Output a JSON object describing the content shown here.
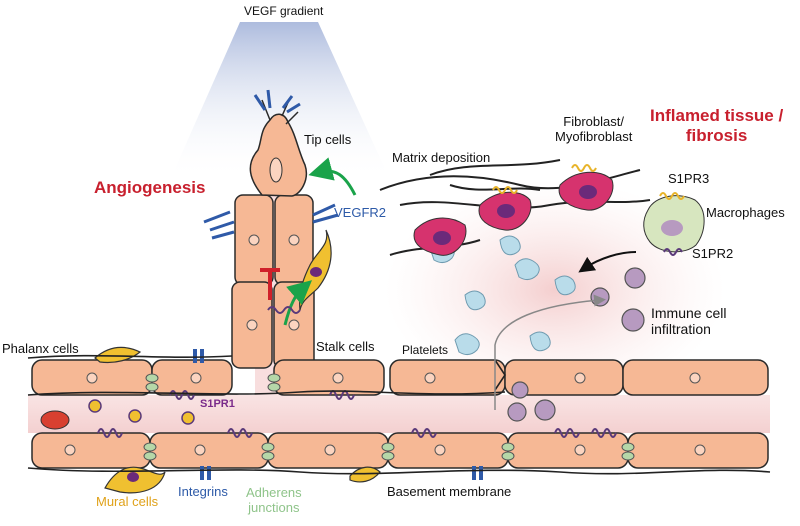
{
  "labels": {
    "vegf_gradient": "VEGF gradient",
    "tip_cells": "Tip cells",
    "angiogenesis": "Angiogenesis",
    "vegfr2": "VEGFR2",
    "stalk_cells": "Stalk cells",
    "phalanx_cells": "Phalanx cells",
    "s1pr1": "S1PR1",
    "mural_cells": "Mural cells",
    "integrins": "Integrins",
    "adherens_line1": "Adherens",
    "adherens_line2": "junctions",
    "basement_membrane": "Basement membrane",
    "platelets": "Platelets",
    "matrix_deposition": "Matrix deposition",
    "fibroblast_line1": "Fibroblast/",
    "fibroblast_line2": "Myofibroblast",
    "inflamed_line1": "Inflamed tissue /",
    "inflamed_line2": "fibrosis",
    "s1pr3": "S1PR3",
    "macrophages": "Macrophages",
    "s1pr2": "S1PR2",
    "immune_line1": "Immune cell",
    "immune_line2": "infiltration"
  },
  "colors": {
    "endothelial": "#f6b895",
    "endothelial_outline": "#2a2a2a",
    "vessel_lumen": "#f6dada",
    "gradient_top": "#a9b8dc",
    "fibroblast": "#d6336e",
    "nucleus": "#6b2a7a",
    "receptor_blue": "#2f5aa8",
    "receptor_yellow": "#e8b42a",
    "receptor_purple": "#5b3a7a",
    "junction_green": "#b5d7a8",
    "integrin_blue": "#2f5aa8",
    "mural_yellow": "#f0c030",
    "platelet": "#b9dcea",
    "macrophage": "#d7e6bf",
    "immune_cell": "#b79ac0",
    "inflamed_haze": "#f5d3d3",
    "arrow_green": "#1aa34a",
    "inhibit_red": "#d0202a",
    "title_red": "#c8202e",
    "label_blue": "#2d5aa8",
    "label_purple": "#7a2a8a",
    "label_yellow": "#e0a21a",
    "label_green": "#8fc48a"
  },
  "icons": [
    "vegfr2-receptor-icon",
    "s1pr-receptor-icon",
    "integrin-icon",
    "adherens-junction-icon",
    "inhibition-icon",
    "green-arrow-icon",
    "black-arrow-icon"
  ]
}
